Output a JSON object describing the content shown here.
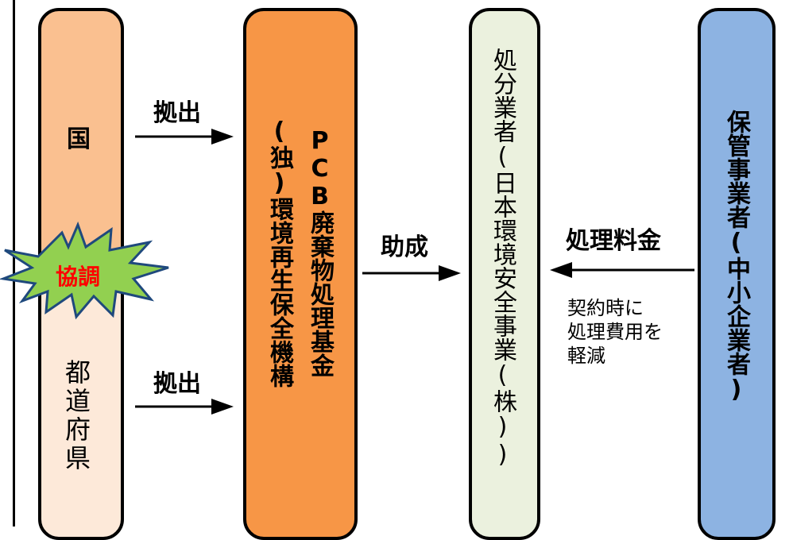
{
  "colors": {
    "national": "#fac090",
    "prefecture": "#fde9d9",
    "fund": "#f79646",
    "jesco": "#ebf1de",
    "holder": "#8db3e2",
    "burst": "#92d050",
    "coordinate_text": "#ff0000",
    "line": "#000000"
  },
  "funding_side": {
    "national_label": "国",
    "prefecture_label": "都道府県",
    "coordinate_badge": "協調"
  },
  "fund": {
    "line1": "PCB廃棄物処理基金",
    "line2": "(独)環境再生保全機構"
  },
  "disposer_label": "処分業者(日本環境安全事業(株))",
  "holder_label": "保管事業者(中小企業者)",
  "flows": {
    "national_contribution": "拠出",
    "prefecture_contribution": "拠出",
    "subsidy": "助成",
    "fee": "処理料金",
    "fee_note_line1": "契約時に",
    "fee_note_line2": "処理費用を",
    "fee_note_line3": "軽減"
  }
}
